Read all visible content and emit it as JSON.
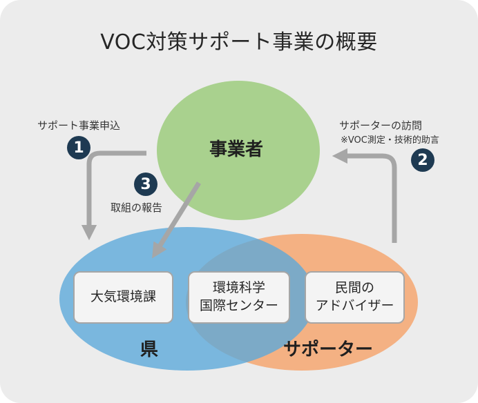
{
  "title": "VOC対策サポート事業の概要",
  "nodes": {
    "business": "事業者",
    "prefecture": "県",
    "supporter": "サポーター"
  },
  "boxes": {
    "air_section": "大気環境課",
    "center_line1": "環境科学",
    "center_line2": "国際センター",
    "advisor_line1": "民間の",
    "advisor_line2": "アドバイザー"
  },
  "steps": [
    {
      "number": "1",
      "label": "サポート事業申込"
    },
    {
      "number": "2",
      "label": "サポーターの訪問",
      "sublabel": "※VOC測定・技術的助言"
    },
    {
      "number": "3",
      "label": "取組の報告"
    }
  ],
  "colors": {
    "panel": "#ececec",
    "business_circle": "#a9d18e",
    "prefecture_circle": "#6fb3dd",
    "supporter_circle": "#f4b183",
    "arrow": "#a6a6a6",
    "badge": "#1e3a52"
  }
}
